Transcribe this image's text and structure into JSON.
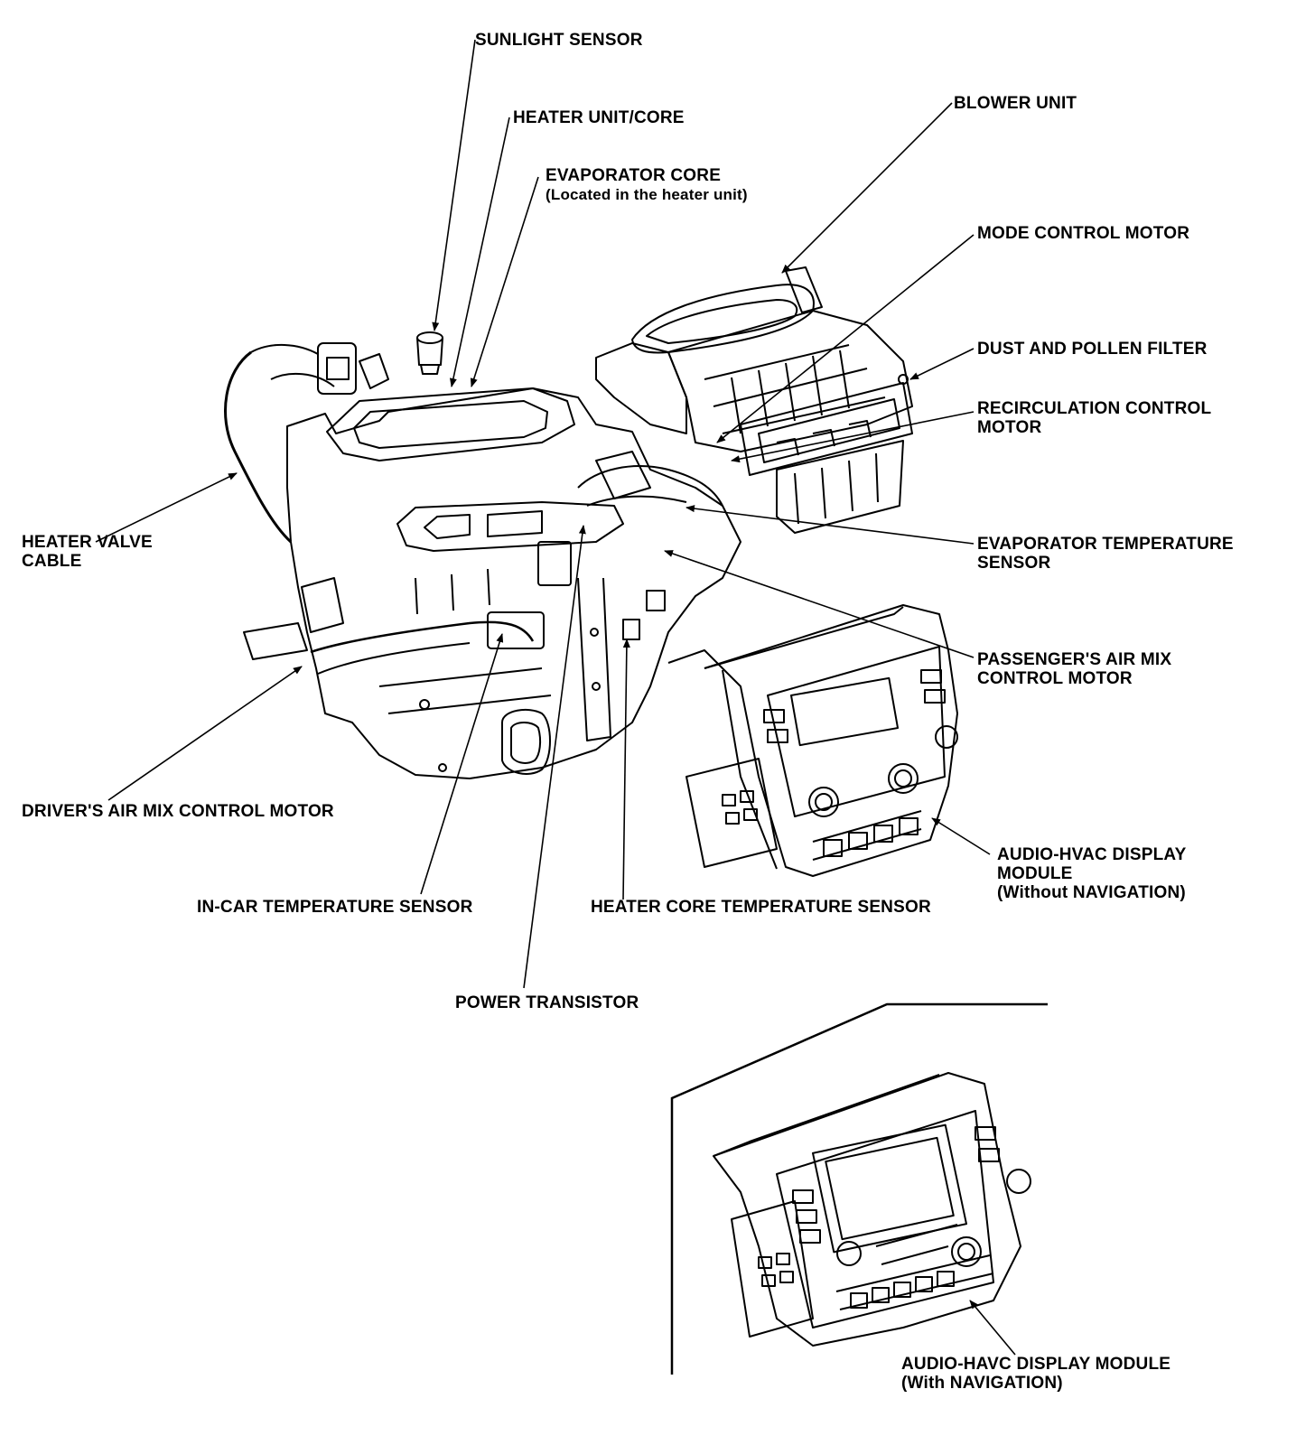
{
  "labels": {
    "sunlight_sensor": "SUNLIGHT SENSOR",
    "heater_unit_core": "HEATER UNIT/CORE",
    "evaporator_core": "EVAPORATOR CORE",
    "evaporator_core_note": "(Located in the heater unit)",
    "blower_unit": "BLOWER UNIT",
    "mode_control_motor": "MODE CONTROL MOTOR",
    "dust_pollen_filter": "DUST AND POLLEN FILTER",
    "recirculation_line1": "RECIRCULATION CONTROL",
    "recirculation_line2": "MOTOR",
    "heater_valve_line1": "HEATER VALVE",
    "heater_valve_line2": "CABLE",
    "evap_temp_line1": "EVAPORATOR TEMPERATURE",
    "evap_temp_line2": "SENSOR",
    "passenger_line1": "PASSENGER'S AIR MIX",
    "passenger_line2": "CONTROL MOTOR",
    "driver_air_mix": "DRIVER'S AIR MIX CONTROL MOTOR",
    "audio_hvac_line1": "AUDIO-HVAC DISPLAY",
    "audio_hvac_line2": "MODULE",
    "audio_hvac_line3": "(Without NAVIGATION)",
    "in_car_temp": "IN-CAR TEMPERATURE SENSOR",
    "heater_core_temp": "HEATER CORE TEMPERATURE SENSOR",
    "power_transistor": "POWER TRANSISTOR",
    "audio_havc_nav_line1": "AUDIO-HAVC DISPLAY MODULE",
    "audio_havc_nav_line2": "(With NAVIGATION)"
  }
}
